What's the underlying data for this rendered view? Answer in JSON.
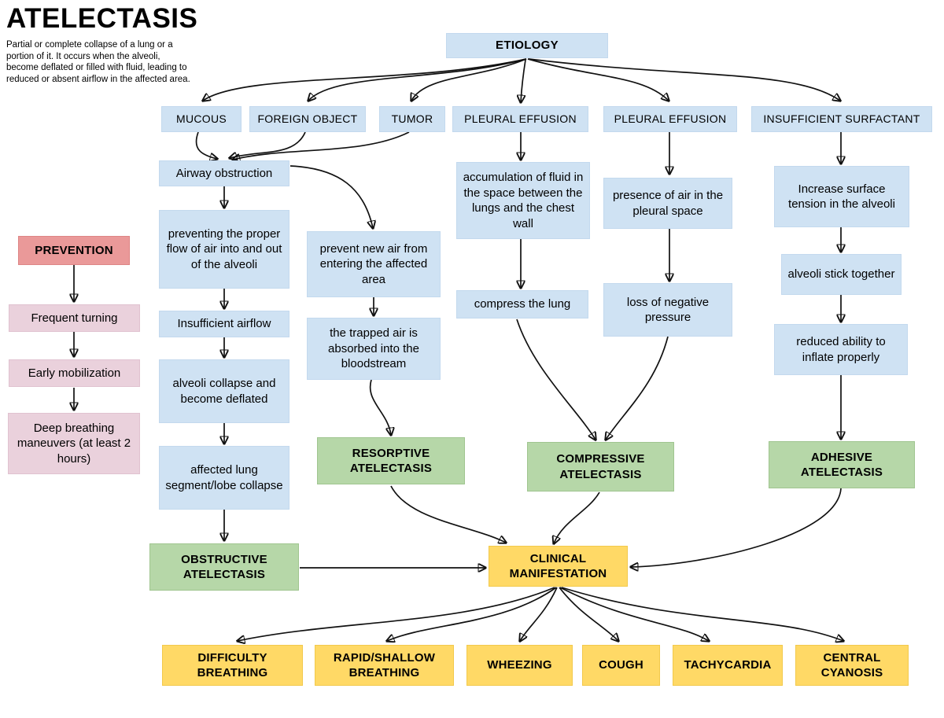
{
  "header": {
    "title": "ATELECTASIS",
    "description_lines": [
      "Partial or complete collapse of a lung or a",
      "portion of it. It occurs when the alveoli,",
      "become deflated or filled with fluid, leading to",
      "reduced or absent airflow in the affected area."
    ]
  },
  "nodes": {
    "etiology": "ETIOLOGY",
    "mucous": "MUCOUS",
    "foreign_object": "FOREIGN OBJECT",
    "tumor": "TUMOR",
    "pleural_effusion_1": "PLEURAL EFFUSION",
    "pleural_effusion_2": "PLEURAL EFFUSION",
    "insufficient_surfactant": "INSUFFICIENT SURFACTANT",
    "airway_obstruction": "Airway obstruction",
    "preventing_flow": "preventing the proper flow of air into and out of the alveoli",
    "insufficient_airflow": "Insufficient airflow",
    "alveoli_collapse": "alveoli collapse and become deflated",
    "lung_segment_collapse": "affected lung segment/lobe collapse",
    "obstructive": "OBSTRUCTIVE ATELECTASIS",
    "prevent_new_air": "prevent new air from entering the affected area",
    "trapped_air": "the trapped air is absorbed into the bloodstream",
    "resorptive": "RESORPTIVE ATELECTASIS",
    "accumulation_fluid": "accumulation of fluid in the space between the lungs and the chest wall",
    "compress_lung": "compress the lung",
    "compressive": "COMPRESSIVE ATELECTASIS",
    "presence_air": "presence of air in the pleural space",
    "loss_pressure": "loss of negative pressure",
    "increase_tension": "Increase surface tension in the alveoli",
    "alveoli_stick": "alveoli stick together",
    "reduced_inflate": "reduced ability to inflate properly",
    "adhesive": "ADHESIVE ATELECTASIS",
    "clinical": "CLINICAL MANIFESTATION",
    "prevention": "PREVENTION",
    "frequent_turning": "Frequent turning",
    "early_mobilization": "Early mobilization",
    "deep_breathing": "Deep breathing maneuvers (at least 2 hours)",
    "difficulty_breathing": "DIFFICULTY BREATHING",
    "rapid_shallow": "RAPID/SHALLOW BREATHING",
    "wheezing": "WHEEZING",
    "cough": "COUGH",
    "tachycardia": "TACHYCARDIA",
    "central_cyanosis": "CENTRAL CYANOSIS"
  },
  "edges": [
    [
      "etiology",
      "mucous"
    ],
    [
      "etiology",
      "foreign_object"
    ],
    [
      "etiology",
      "tumor"
    ],
    [
      "etiology",
      "pleural_effusion_1"
    ],
    [
      "etiology",
      "pleural_effusion_2"
    ],
    [
      "etiology",
      "insufficient_surfactant"
    ],
    [
      "mucous",
      "airway_obstruction"
    ],
    [
      "foreign_object",
      "airway_obstruction"
    ],
    [
      "tumor",
      "airway_obstruction"
    ],
    [
      "airway_obstruction",
      "preventing_flow"
    ],
    [
      "preventing_flow",
      "insufficient_airflow"
    ],
    [
      "insufficient_airflow",
      "alveoli_collapse"
    ],
    [
      "alveoli_collapse",
      "lung_segment_collapse"
    ],
    [
      "lung_segment_collapse",
      "obstructive"
    ],
    [
      "airway_obstruction",
      "prevent_new_air"
    ],
    [
      "prevent_new_air",
      "trapped_air"
    ],
    [
      "trapped_air",
      "resorptive"
    ],
    [
      "pleural_effusion_1",
      "accumulation_fluid"
    ],
    [
      "accumulation_fluid",
      "compress_lung"
    ],
    [
      "compress_lung",
      "compressive"
    ],
    [
      "pleural_effusion_2",
      "presence_air"
    ],
    [
      "presence_air",
      "loss_pressure"
    ],
    [
      "loss_pressure",
      "compressive"
    ],
    [
      "insufficient_surfactant",
      "increase_tension"
    ],
    [
      "increase_tension",
      "alveoli_stick"
    ],
    [
      "alveoli_stick",
      "reduced_inflate"
    ],
    [
      "reduced_inflate",
      "adhesive"
    ],
    [
      "obstructive",
      "clinical"
    ],
    [
      "resorptive",
      "clinical"
    ],
    [
      "compressive",
      "clinical"
    ],
    [
      "adhesive",
      "clinical"
    ],
    [
      "clinical",
      "difficulty_breathing"
    ],
    [
      "clinical",
      "rapid_shallow"
    ],
    [
      "clinical",
      "wheezing"
    ],
    [
      "clinical",
      "cough"
    ],
    [
      "clinical",
      "tachycardia"
    ],
    [
      "clinical",
      "central_cyanosis"
    ],
    [
      "prevention",
      "frequent_turning"
    ],
    [
      "frequent_turning",
      "early_mobilization"
    ],
    [
      "early_mobilization",
      "deep_breathing"
    ]
  ],
  "colors": {
    "node_blue": "#cfe2f3",
    "node_green": "#b6d7a8",
    "node_yellow": "#ffd966",
    "node_red": "#ea9999",
    "node_pink": "#ead1dc",
    "arrow": "#000000",
    "background": "#ffffff",
    "text": "#000000"
  }
}
